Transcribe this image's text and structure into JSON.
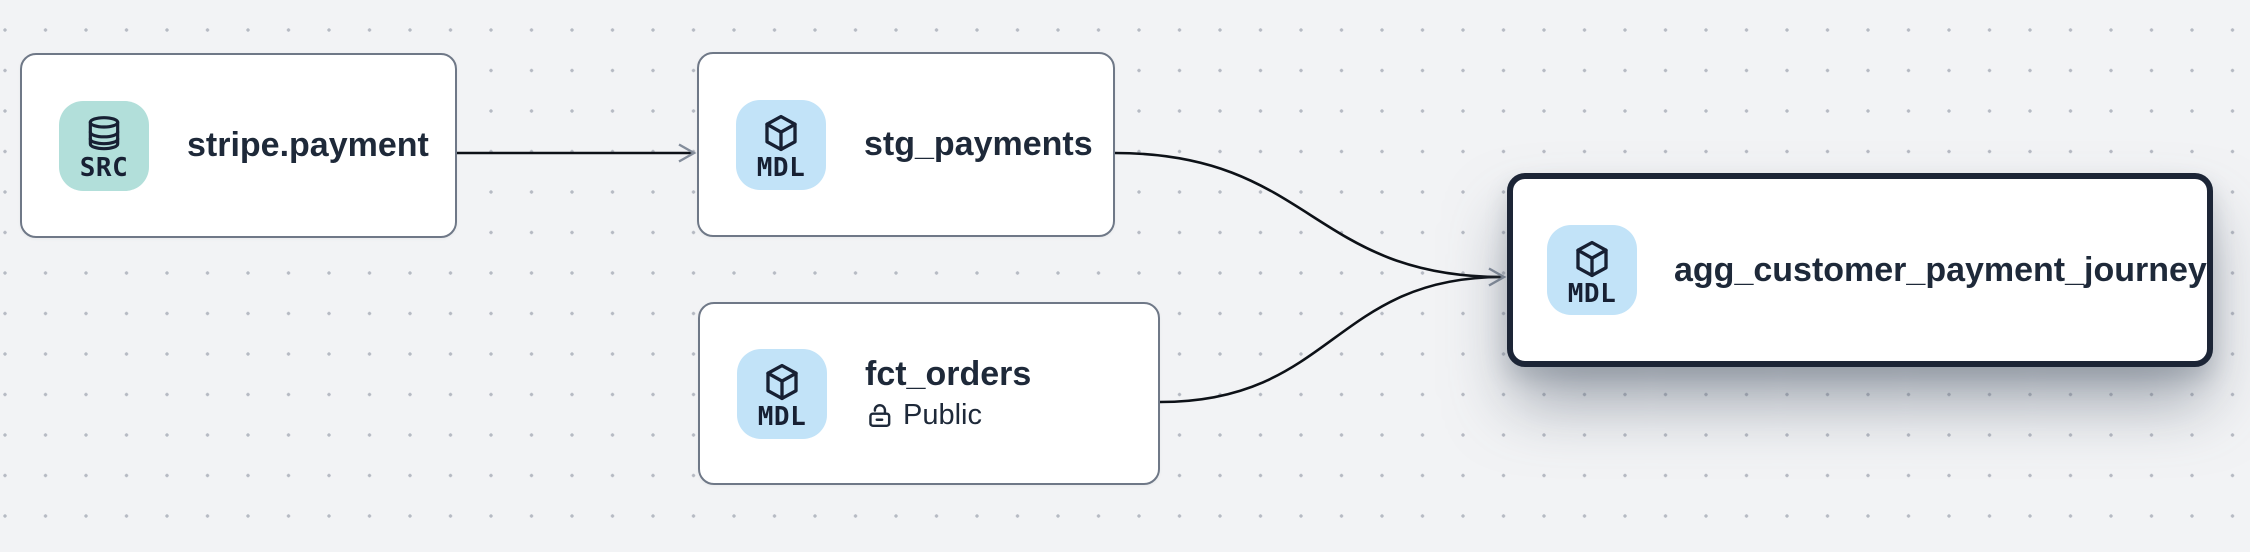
{
  "canvas": {
    "background_color": "#f2f3f5",
    "dot_color": "#b6bac3",
    "edge_color": "#0d1117",
    "arrowhead_color": "#848d9b"
  },
  "nodes": [
    {
      "id": "stripe.payment",
      "title": "stripe.payment",
      "type": "source",
      "selected": false,
      "badge": {
        "label": "SRC",
        "icon": "database-icon",
        "bg": "#b2dfda"
      }
    },
    {
      "id": "stg_payments",
      "title": "stg_payments",
      "type": "model",
      "selected": false,
      "badge": {
        "label": "MDL",
        "icon": "cube-icon",
        "bg": "#c2e3f8"
      }
    },
    {
      "id": "fct_orders",
      "title": "fct_orders",
      "type": "model",
      "selected": false,
      "access": "Public",
      "access_icon": "lock-open-icon",
      "badge": {
        "label": "MDL",
        "icon": "cube-icon",
        "bg": "#c2e3f8"
      }
    },
    {
      "id": "agg_customer_payment_journey",
      "title": "agg_customer_payment_journey",
      "type": "model",
      "selected": true,
      "badge": {
        "label": "MDL",
        "icon": "cube-icon",
        "bg": "#c2e3f8"
      }
    }
  ],
  "edges": [
    {
      "source": "stripe.payment",
      "target": "stg_payments"
    },
    {
      "source": "stg_payments",
      "target": "agg_customer_payment_journey"
    },
    {
      "source": "fct_orders",
      "target": "agg_customer_payment_journey"
    }
  ]
}
